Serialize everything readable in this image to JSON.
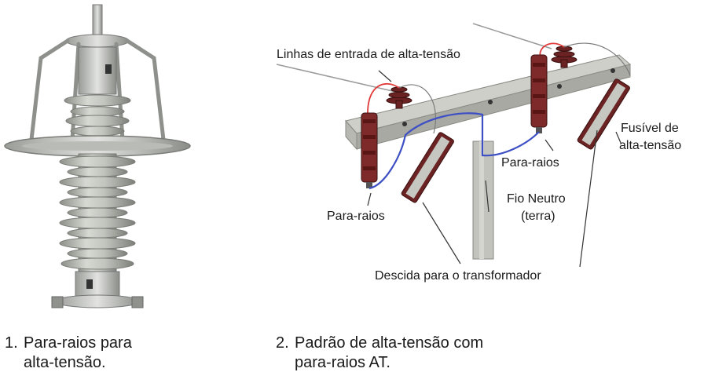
{
  "figure1": {
    "caption_number": "1.",
    "caption_line1": "Para-raios para",
    "caption_line2": "alta-tensão."
  },
  "figure2": {
    "caption_number": "2.",
    "caption_line1": "Padrão de alta-tensão com",
    "caption_line2": "para-raios AT.",
    "labels": {
      "linhas": "Linhas de entrada de alta-tensão",
      "para_raios_left": "Para-raios",
      "para_raios_right": "Para-raios",
      "fusivel_line1": "Fusível de",
      "fusivel_line2": "alta-tensão",
      "fio_neutro_line1": "Fio Neutro",
      "fio_neutro_line2": "(terra)",
      "descida": "Descida para o transformador"
    }
  }
}
